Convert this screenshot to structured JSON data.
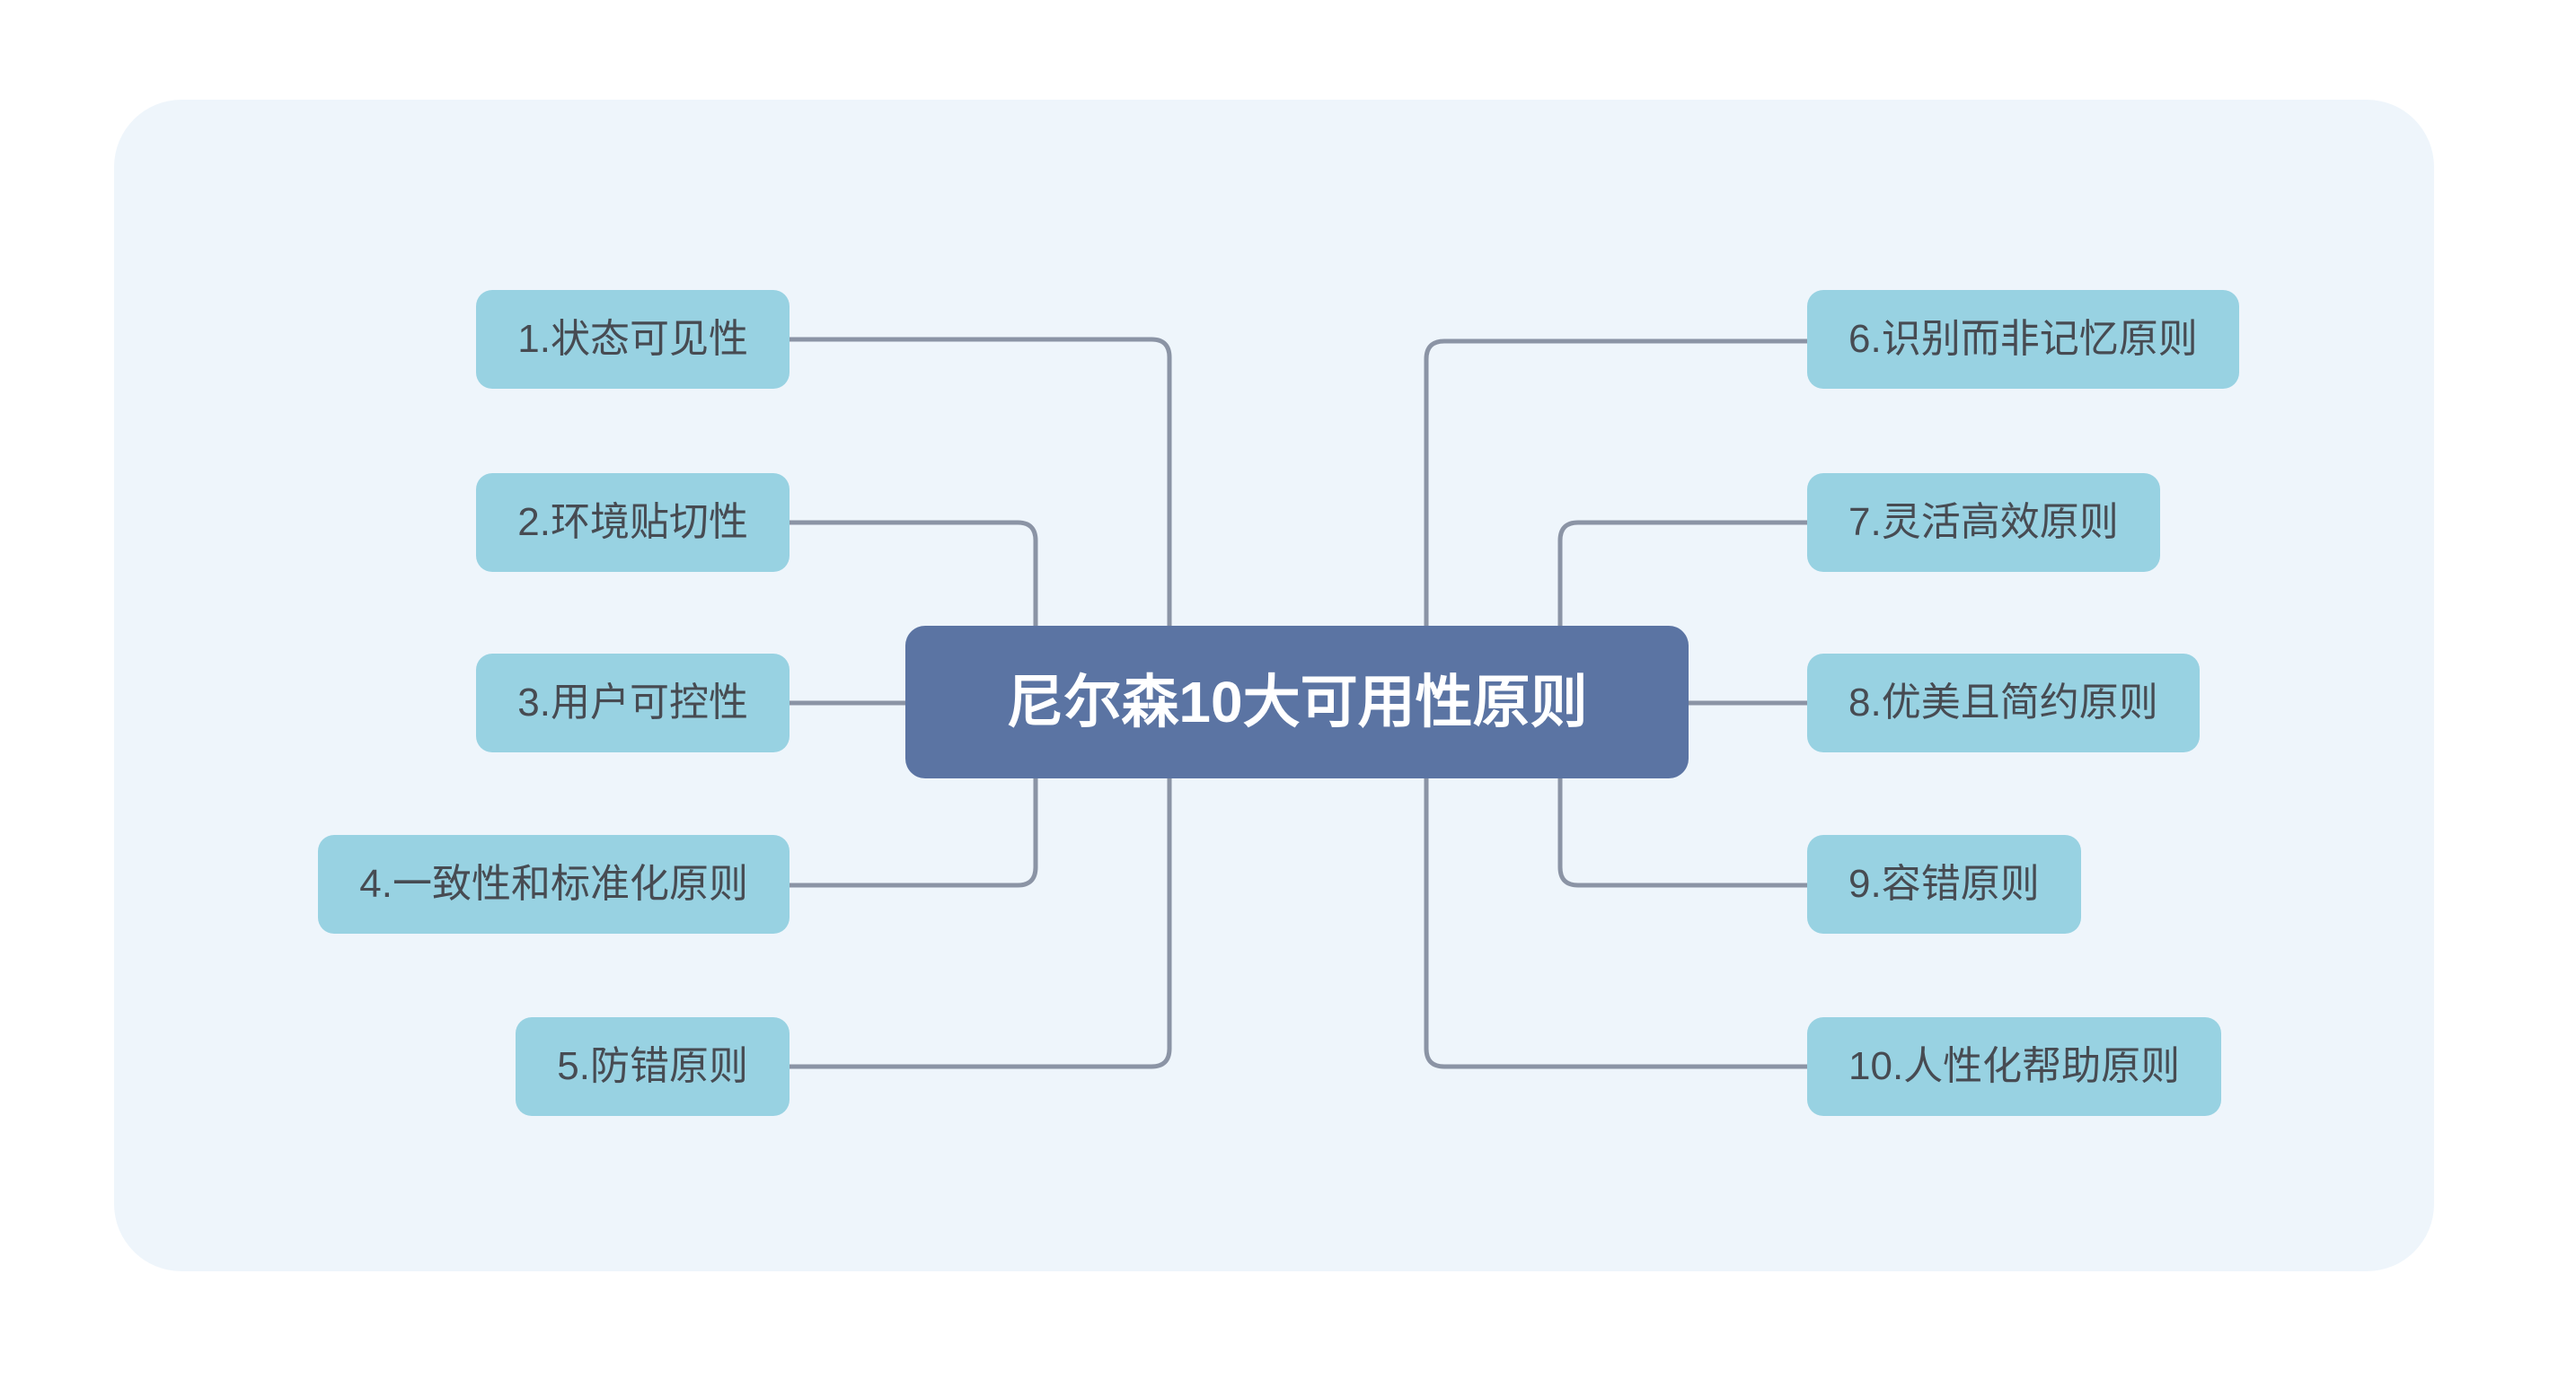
{
  "diagram": {
    "central_topic": "尼尔森10大可用性原则",
    "left_branches": [
      {
        "id": 1,
        "label": "1.状态可见性"
      },
      {
        "id": 2,
        "label": "2.环境贴切性"
      },
      {
        "id": 3,
        "label": "3.用户可控性"
      },
      {
        "id": 4,
        "label": "4.一致性和标准化原则"
      },
      {
        "id": 5,
        "label": "5.防错原则"
      }
    ],
    "right_branches": [
      {
        "id": 6,
        "label": "6.识别而非记忆原则"
      },
      {
        "id": 7,
        "label": "7.灵活高效原则"
      },
      {
        "id": 8,
        "label": "8.优美且简约原则"
      },
      {
        "id": 9,
        "label": "9.容错原则"
      },
      {
        "id": 10,
        "label": "10.人性化帮助原则"
      }
    ],
    "colors": {
      "canvas_background": "#eef5fb",
      "branch_node_fill": "#98d2e2",
      "branch_node_text": "#474b52",
      "central_node_fill": "#5b74a3",
      "central_node_text": "#ffffff",
      "connector": "#8b94a5",
      "page_background": "#ffffff"
    }
  }
}
